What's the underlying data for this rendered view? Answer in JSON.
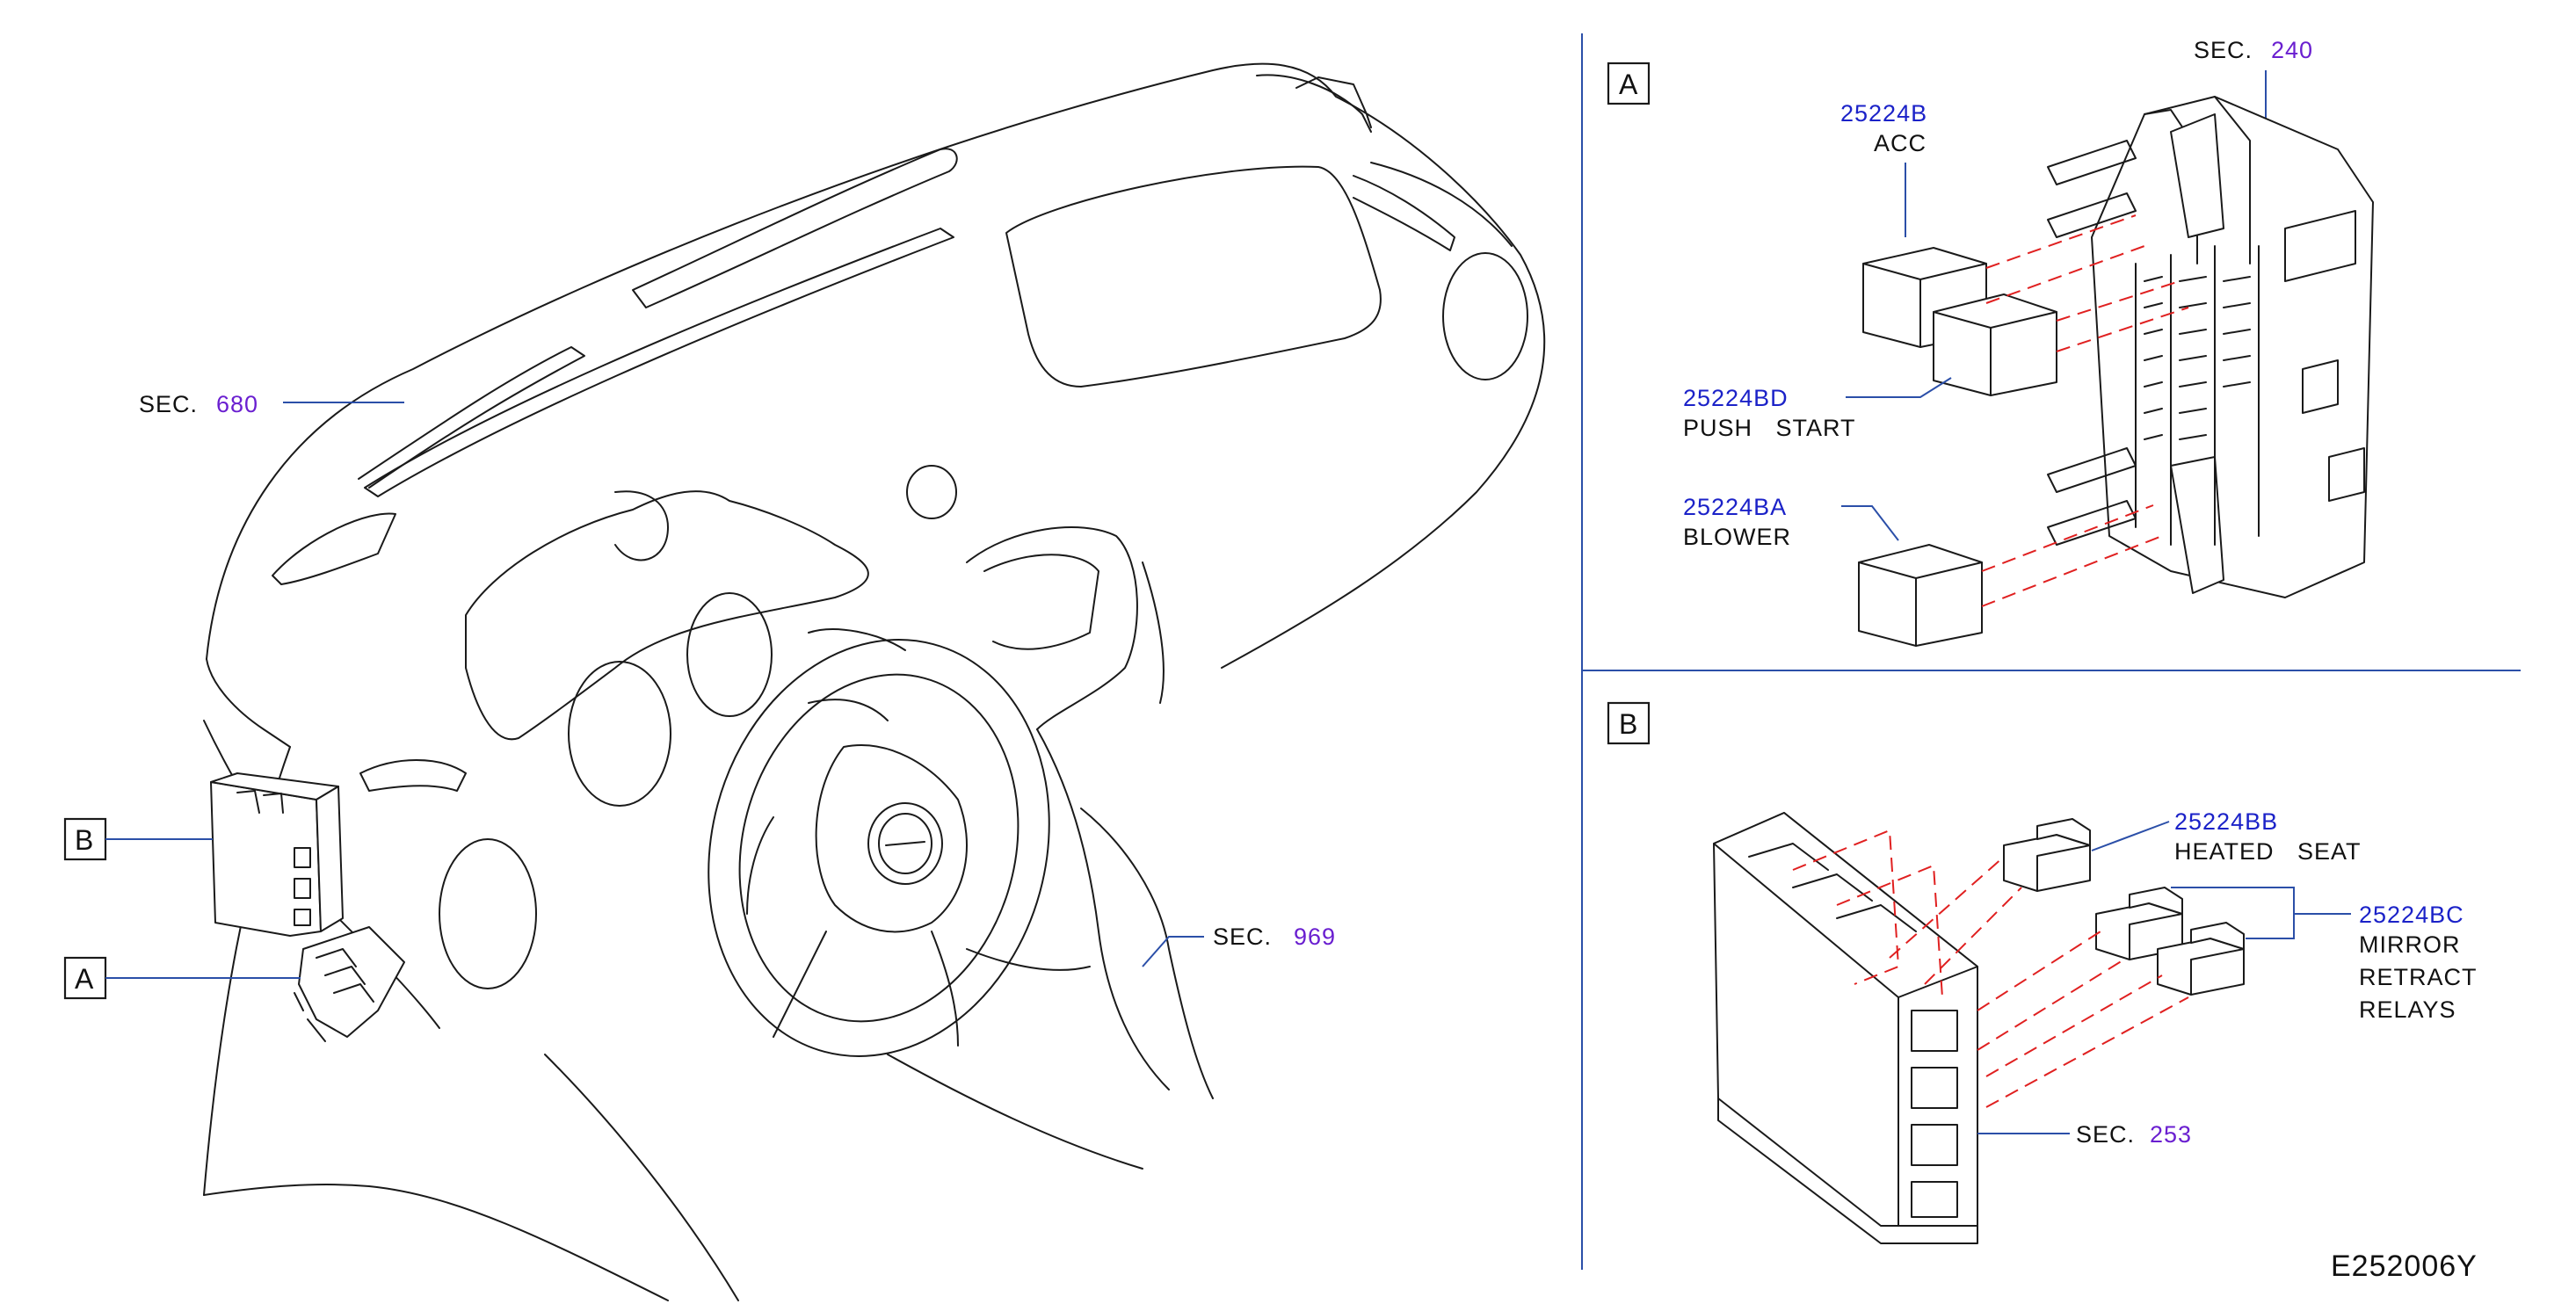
{
  "dashboard": {
    "sec_label": "SEC.",
    "sec_680": "680",
    "sec_969": "969",
    "callout_a": "A",
    "callout_b": "B"
  },
  "panel_a": {
    "title": "A",
    "sec_label": "SEC.",
    "sec_240": "240",
    "parts": [
      {
        "number": "25224B",
        "name": "ACC"
      },
      {
        "number": "25224BD",
        "name": "PUSH START"
      },
      {
        "number": "25224BA",
        "name": "BLOWER"
      }
    ]
  },
  "panel_b": {
    "title": "B",
    "sec_label": "SEC.",
    "sec_253": "253",
    "parts": [
      {
        "number": "25224BB",
        "name": "HEATED SEAT"
      },
      {
        "number": "25224BC",
        "name_lines": [
          "MIRROR",
          "RETRACT",
          "RELAYS"
        ]
      }
    ]
  },
  "diagram_code": "E252006Y"
}
